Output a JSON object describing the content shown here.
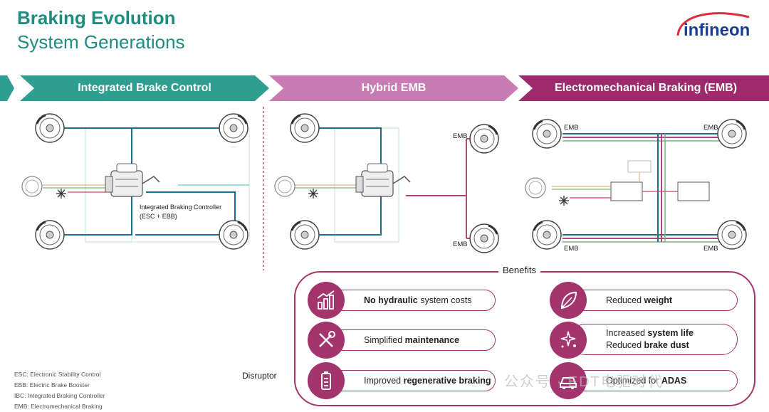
{
  "header": {
    "title": "Braking Evolution",
    "subtitle": "System Generations",
    "logo_text": "infineon"
  },
  "stages": [
    {
      "label": "Integrated Brake Control",
      "color": "#2e9e90"
    },
    {
      "label": "Hybrid EMB",
      "color": "#c97cb3"
    },
    {
      "label": "Electromechanical Braking (EMB)",
      "color": "#9c2a6d"
    }
  ],
  "diagram": {
    "ibc_label_line1": "Integrated Braking Controller",
    "ibc_label_line2": "(ESC + EBB)",
    "emb_label": "EMB",
    "disruptor": "Disruptor"
  },
  "benefits": {
    "title": "Benefits",
    "items": [
      {
        "pre": "",
        "bold": "No hydraulic",
        "post": " system costs",
        "icon": "bar-chart-icon"
      },
      {
        "pre": "Simplified ",
        "bold": "maintenance",
        "post": "",
        "icon": "wrench-screwdriver-icon"
      },
      {
        "pre": "Improved ",
        "bold": "regenerative braking",
        "post": "",
        "icon": "battery-icon"
      },
      {
        "pre": "Reduced ",
        "bold": "weight",
        "post": "",
        "icon": "feather-icon"
      },
      {
        "pre": "Increased ",
        "bold": "system life",
        "post": "",
        "pre2": "Reduced ",
        "bold2": "brake dust",
        "icon": "sparkle-icon"
      },
      {
        "pre": "Optimized for ",
        "bold": "ADAS",
        "post": "",
        "icon": "car-icon"
      }
    ]
  },
  "legend": [
    "ESC: Electronic Stability Control",
    "EBB: Electric Brake Booster",
    "IBC: Integrated Braking Controller",
    "EMB: Electromechanical Braking"
  ],
  "watermark": "公众号 · EDT电驱时代",
  "colors": {
    "teal": "#2e9e90",
    "pink": "#c97cb3",
    "magenta": "#9c2a6d",
    "benefit": "#a3346e"
  }
}
